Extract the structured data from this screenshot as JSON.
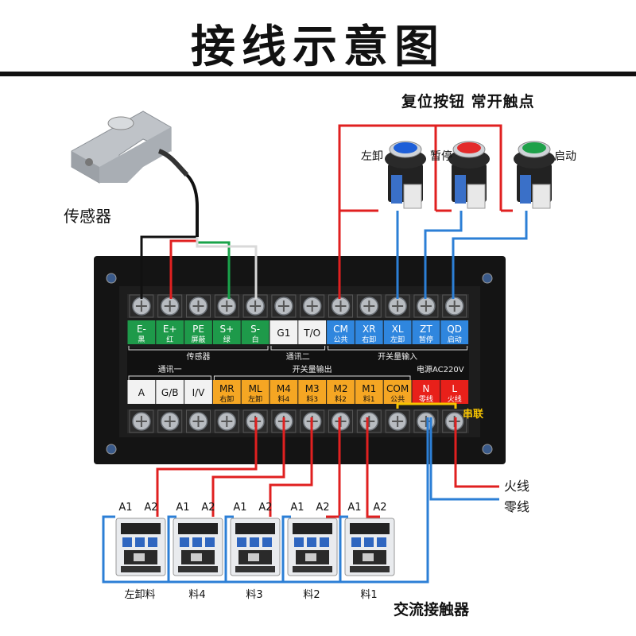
{
  "title": "接线示意图",
  "buttons_caption": "复位按钮 常开触点",
  "sensor_label": "传感器",
  "push_buttons": [
    {
      "label": "左卸",
      "color": "#1e5fd8"
    },
    {
      "label": "暂停",
      "color": "#e32b2b"
    },
    {
      "label": "启动",
      "color": "#1fa14a"
    }
  ],
  "top_terminals": [
    {
      "code": "E-",
      "name": "黑",
      "color": "#1e9a4a"
    },
    {
      "code": "E+",
      "name": "红",
      "color": "#1e9a4a"
    },
    {
      "code": "PE",
      "name": "屏蔽",
      "color": "#1e9a4a"
    },
    {
      "code": "S+",
      "name": "绿",
      "color": "#1e9a4a"
    },
    {
      "code": "S-",
      "name": "白",
      "color": "#1e9a4a"
    },
    {
      "code": "G1",
      "name": "",
      "color": "#f2f2f2"
    },
    {
      "code": "T/O",
      "name": "",
      "color": "#f2f2f2"
    },
    {
      "code": "CM",
      "name": "公共",
      "color": "#2f86de"
    },
    {
      "code": "XR",
      "name": "右卸",
      "color": "#2f86de"
    },
    {
      "code": "XL",
      "name": "左卸",
      "color": "#2f86de"
    },
    {
      "code": "ZT",
      "name": "暂停",
      "color": "#2f86de"
    },
    {
      "code": "QD",
      "name": "启动",
      "color": "#2f86de"
    }
  ],
  "top_groups": [
    {
      "label": "传感器"
    },
    {
      "label": "通讯二"
    },
    {
      "label": "开关量输入"
    }
  ],
  "bottom_groups": [
    {
      "label": "通讯一"
    },
    {
      "label": "开关量输出"
    },
    {
      "label": "电源AC220V"
    }
  ],
  "bottom_terminals": [
    {
      "code": "A",
      "name": "",
      "color": "#f2f2f2"
    },
    {
      "code": "G/B",
      "name": "",
      "color": "#f2f2f2"
    },
    {
      "code": "I/V",
      "name": "",
      "color": "#f2f2f2"
    },
    {
      "code": "MR",
      "name": "右卸",
      "color": "#f5a623"
    },
    {
      "code": "ML",
      "name": "左卸",
      "color": "#f5a623"
    },
    {
      "code": "M4",
      "name": "料4",
      "color": "#f5a623"
    },
    {
      "code": "M3",
      "name": "料3",
      "color": "#f5a623"
    },
    {
      "code": "M2",
      "name": "料2",
      "color": "#f5a623"
    },
    {
      "code": "M1",
      "name": "料1",
      "color": "#f5a623"
    },
    {
      "code": "COM",
      "name": "公共",
      "color": "#f5a623"
    },
    {
      "code": "N",
      "name": "零线",
      "color": "#e8201a"
    },
    {
      "code": "L",
      "name": "火线",
      "color": "#e8201a"
    }
  ],
  "series_label": "串联",
  "live_label": "火线",
  "neutral_label": "零线",
  "contactor_caption": "交流接触器",
  "contactors": [
    {
      "a1": "A1",
      "a2": "A2",
      "name": "左卸料"
    },
    {
      "a1": "A1",
      "a2": "A2",
      "name": "料4"
    },
    {
      "a1": "A1",
      "a2": "A2",
      "name": "料3"
    },
    {
      "a1": "A1",
      "a2": "A2",
      "name": "料2"
    },
    {
      "a1": "A1",
      "a2": "A2",
      "name": "料1"
    }
  ],
  "wire_colors": {
    "red": "#e02020",
    "blue": "#2c7fd6",
    "black": "#111111",
    "green": "#19a34a",
    "white": "#d9d9d9",
    "yellow": "#f7c400"
  }
}
